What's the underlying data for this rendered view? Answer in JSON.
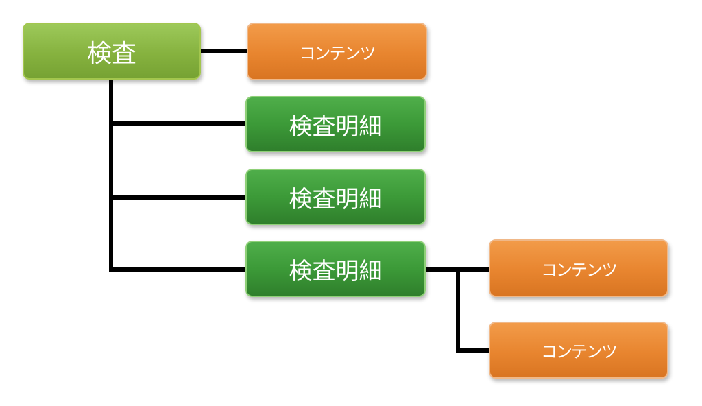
{
  "diagram": {
    "root": {
      "label": "検査"
    },
    "root_content": {
      "label": "コンテンツ"
    },
    "details": [
      {
        "label": "検査明細"
      },
      {
        "label": "検査明細"
      },
      {
        "label": "検査明細"
      }
    ],
    "detail_contents": [
      {
        "label": "コンテンツ"
      },
      {
        "label": "コンテンツ"
      }
    ]
  },
  "colors": {
    "root_fill": "#8ab744",
    "detail_fill": "#3d9a3a",
    "content_fill": "#e8852f",
    "connector": "#000000"
  }
}
